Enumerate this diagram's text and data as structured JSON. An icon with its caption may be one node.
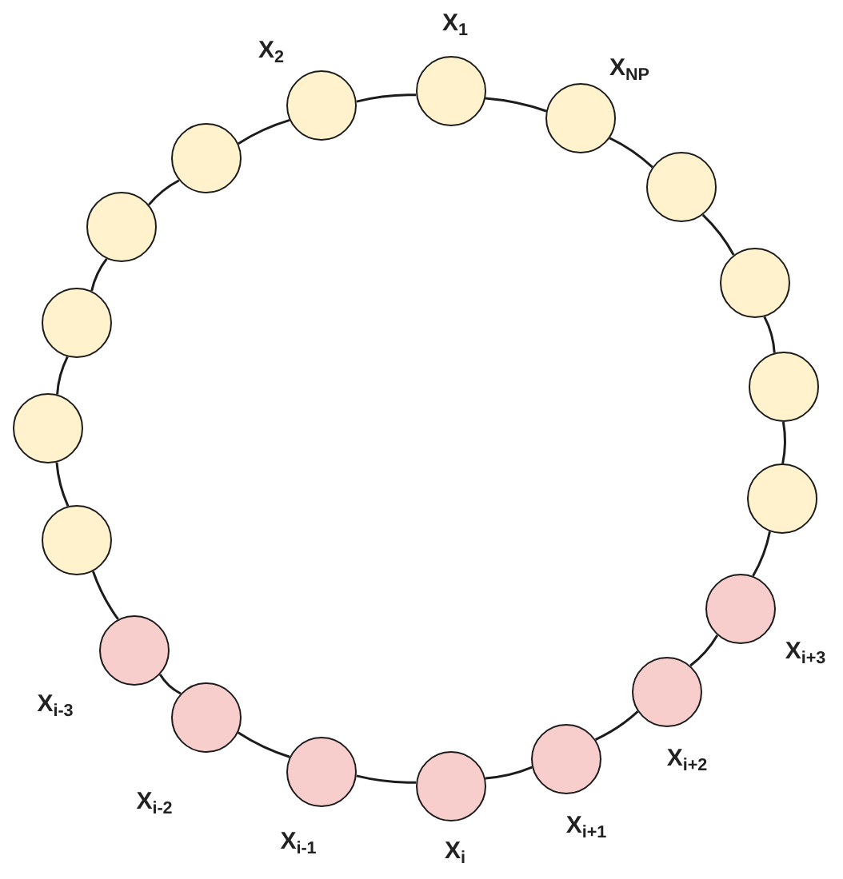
{
  "diagram": {
    "nodes": [
      {
        "text": [],
        "shape": "circle",
        "beside": [
          "X$_{1}$"
        ]
      },
      {
        "text": [],
        "shape": "circle",
        "beside": [
          "X$_{2}$"
        ]
      },
      {
        "text": [],
        "shape": "circle"
      },
      {
        "text": [],
        "shape": "circle"
      },
      {
        "text": [],
        "shape": "circle"
      },
      {
        "text": [],
        "shape": "circle"
      },
      {
        "text": [],
        "shape": "circle"
      },
      {
        "text": [],
        "shape": "circle",
        "beside": [
          "X$_{i-3}$"
        ]
      },
      {
        "text": [],
        "shape": "circle",
        "beside": [
          "X$_{i-2}$"
        ]
      },
      {
        "text": [],
        "shape": "circle",
        "beside": [
          "X$_{i-1}$"
        ]
      },
      {
        "text": [],
        "shape": "circle",
        "beside": [
          "X$_{i}$"
        ]
      },
      {
        "text": [],
        "shape": "circle",
        "beside": [
          "X$_{i+1}$"
        ]
      },
      {
        "text": [],
        "shape": "circle",
        "beside": [
          "X$_{i+2}$"
        ]
      },
      {
        "text": [],
        "shape": "circle",
        "beside": [
          "X$_{i+3}$"
        ]
      },
      {
        "text": [],
        "shape": "circle"
      },
      {
        "text": [],
        "shape": "circle"
      },
      {
        "text": [],
        "shape": "circle"
      },
      {
        "text": [],
        "shape": "circle"
      },
      {
        "text": [],
        "shape": "circle",
        "beside": [
          "X$_{NP}$"
        ]
      }
    ],
    "edges": [
      {
        "from": 0,
        "to": 1,
        "arrow": "none"
      },
      {
        "from": 1,
        "to": 2,
        "arrow": "none"
      },
      {
        "from": 2,
        "to": 3,
        "arrow": "none"
      },
      {
        "from": 3,
        "to": 4,
        "arrow": "none"
      },
      {
        "from": 4,
        "to": 5,
        "arrow": "none"
      },
      {
        "from": 5,
        "to": 6,
        "arrow": "none"
      },
      {
        "from": 6,
        "to": 7,
        "arrow": "none"
      },
      {
        "from": 7,
        "to": 8,
        "arrow": "none"
      },
      {
        "from": 8,
        "to": 9,
        "arrow": "none"
      },
      {
        "from": 9,
        "to": 10,
        "arrow": "none"
      },
      {
        "from": 10,
        "to": 11,
        "arrow": "none"
      },
      {
        "from": 11,
        "to": 12,
        "arrow": "none"
      },
      {
        "from": 12,
        "to": 13,
        "arrow": "none"
      },
      {
        "from": 13,
        "to": 14,
        "arrow": "none"
      },
      {
        "from": 14,
        "to": 15,
        "arrow": "none"
      },
      {
        "from": 15,
        "to": 16,
        "arrow": "none"
      },
      {
        "from": 16,
        "to": 17,
        "arrow": "none"
      },
      {
        "from": 17,
        "to": 18,
        "arrow": "none"
      },
      {
        "from": 18,
        "to": 0,
        "arrow": "none"
      }
    ]
  }
}
